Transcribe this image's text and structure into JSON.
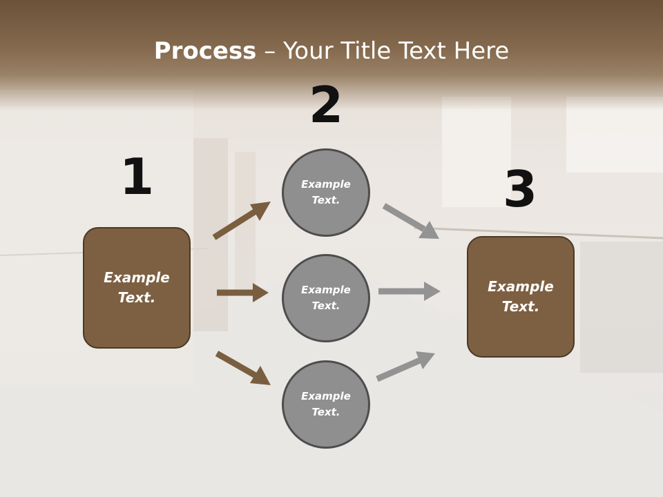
{
  "title": {
    "bold": "Process",
    "rest": " – Your Title Text Here"
  },
  "steps": [
    {
      "number": "1",
      "label": "Example\nText."
    },
    {
      "number": "2"
    },
    {
      "number": "3",
      "label": "Example\nText."
    }
  ],
  "circles": [
    {
      "label": "Example\nText."
    },
    {
      "label": "Example\nText."
    },
    {
      "label": "Example\nText."
    }
  ],
  "colors": {
    "brown": "#7d6042",
    "gray": "#8f8f8f",
    "arrow_brown": "#7a5e40",
    "arrow_gray": "#939393"
  }
}
